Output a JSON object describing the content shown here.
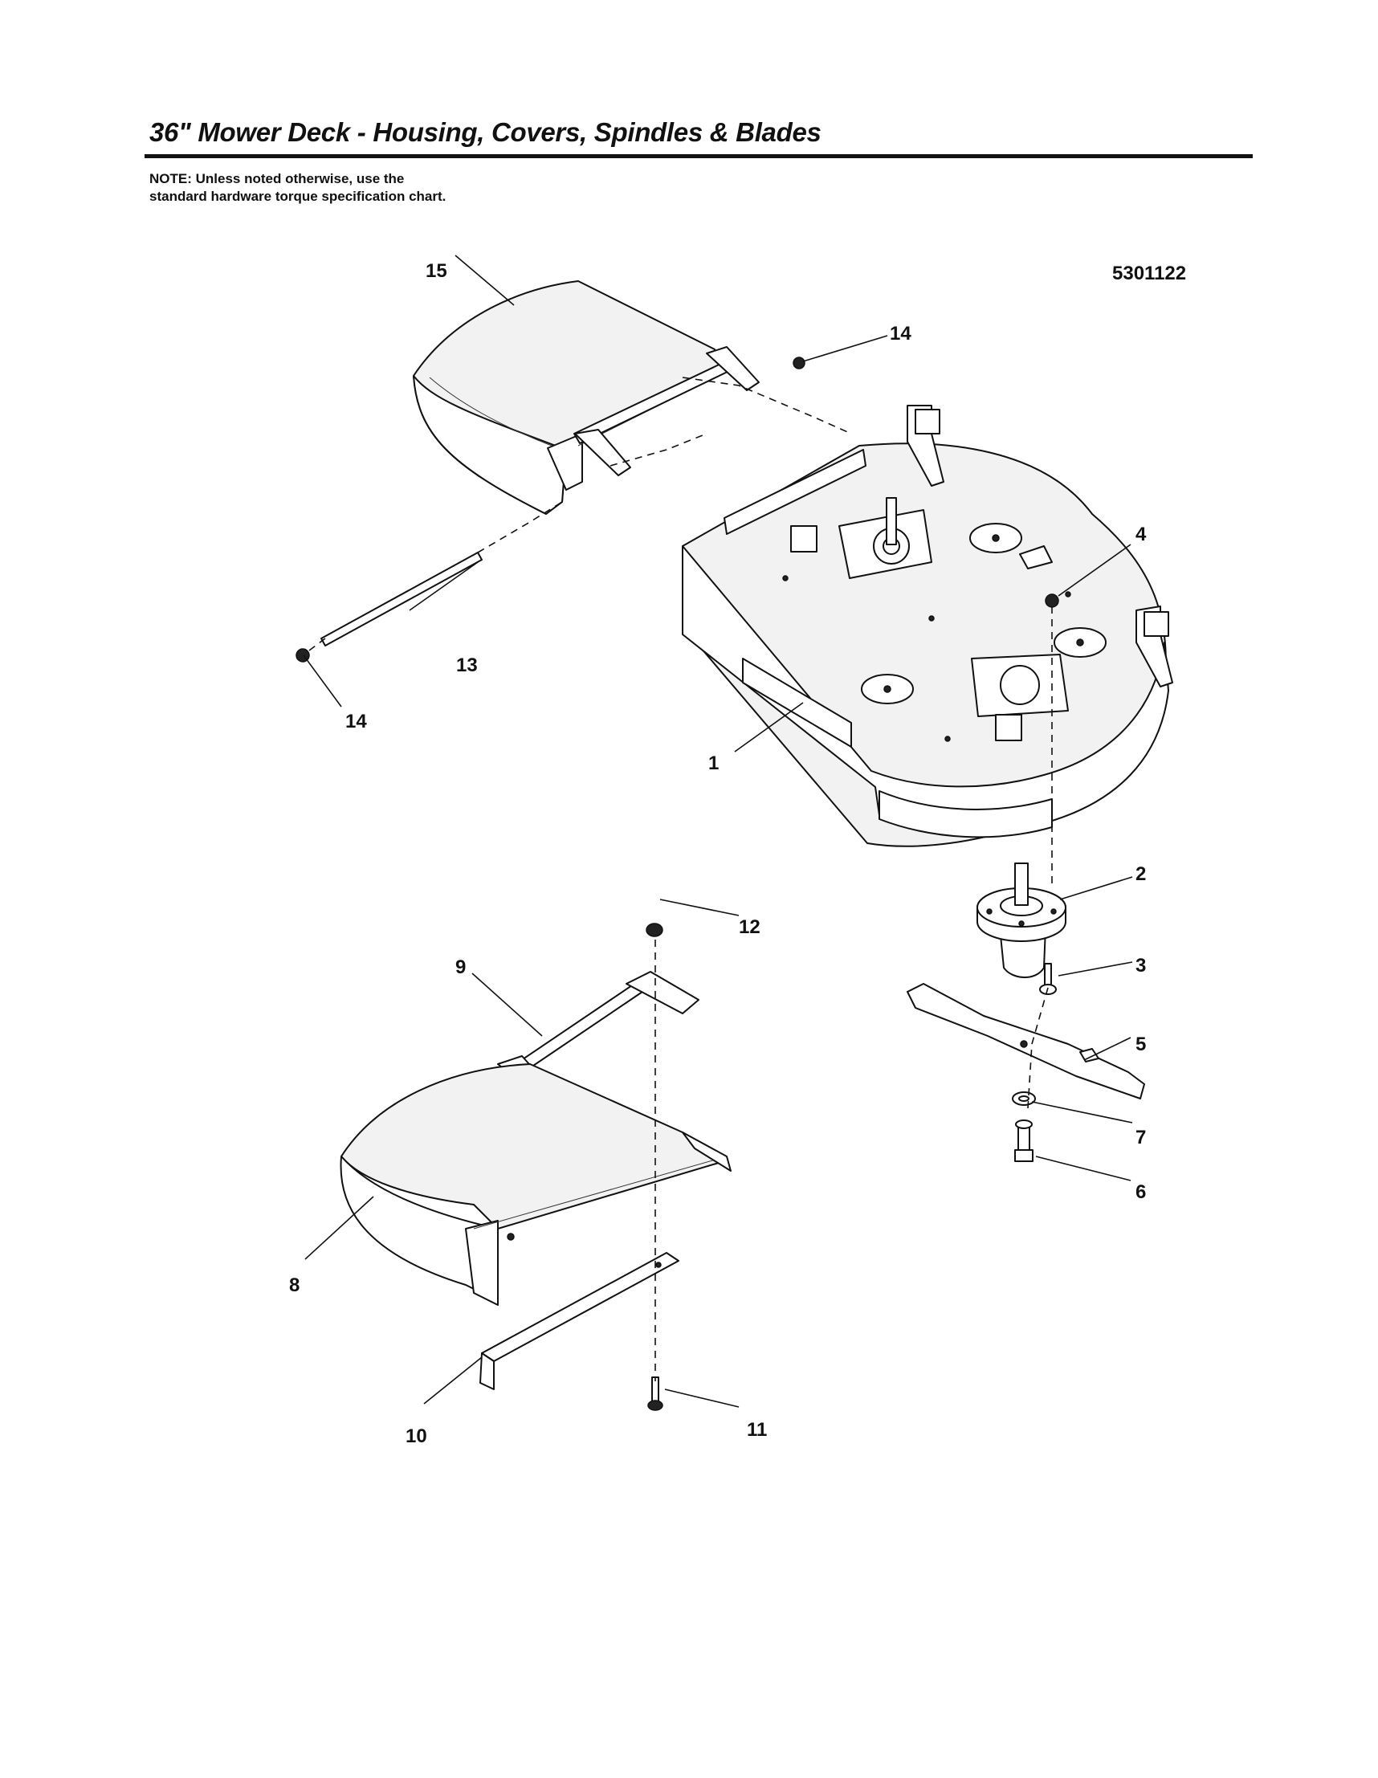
{
  "header": {
    "title": "36\" Mower Deck - Housing, Covers, Spindles & Blades",
    "note": "NOTE: Unless noted otherwise, use the standard hardware torque specification chart."
  },
  "diagram": {
    "ref_number": "5301122",
    "callouts": {
      "c1": "1",
      "c2": "2",
      "c3": "3",
      "c4": "4",
      "c5": "5",
      "c6": "6",
      "c7": "7",
      "c8": "8",
      "c9": "9",
      "c10": "10",
      "c11": "11",
      "c12": "12",
      "c13": "13",
      "c14a": "14",
      "c14b": "14",
      "c15": "15"
    }
  }
}
